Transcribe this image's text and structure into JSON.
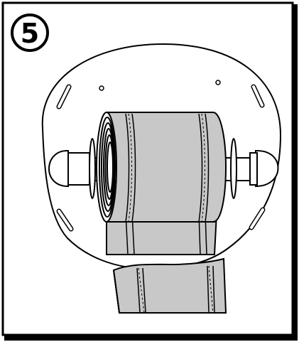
{
  "step": {
    "number": "5",
    "icon": "circled-step-number"
  },
  "illustration": {
    "subject": "sealing-tape-roll-mounted-on-holder",
    "parts": [
      "round-mounting-plate",
      "tape-roll",
      "left-spindle-knob",
      "right-spindle-knob",
      "tape-strip-hanging"
    ],
    "colors": {
      "outline": "#000000",
      "tape": "#c8c8c8",
      "tape_shade": "#b4b4b4",
      "background": "#ffffff",
      "frame_shadow": "#000000"
    }
  }
}
